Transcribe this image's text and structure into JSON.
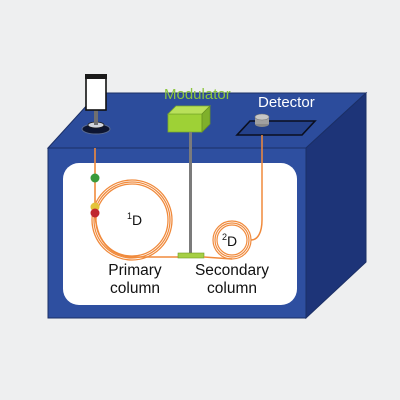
{
  "labels": {
    "modulator": "Modulator",
    "detector": "Detector",
    "primary_dimension": {
      "sup": "1",
      "base": "D"
    },
    "secondary_dimension": {
      "sup": "2",
      "base": "D"
    },
    "primary_column": [
      "Primary",
      "column"
    ],
    "secondary_column": [
      "Secondary",
      "column"
    ]
  },
  "colors": {
    "background": "#eeeff0",
    "box_front": "#2e4fa0",
    "box_top": "#2c4c9c",
    "box_side": "#1d3478",
    "oven_window": "#ffffff",
    "column": "#f08a3c",
    "modulator": "#9ed136",
    "modulator_label": "#8cc63f",
    "detector_label": "#ffffff"
  }
}
